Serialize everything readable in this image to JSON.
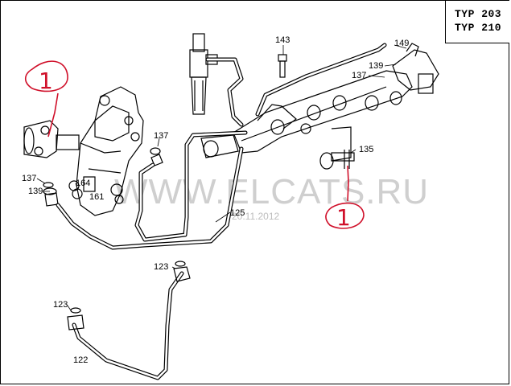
{
  "header": {
    "type_lines": [
      "TYP 203",
      "TYP 210"
    ]
  },
  "callouts": {
    "c143": "143",
    "c149": "149",
    "c139a": "139",
    "c137a": "137",
    "c137b": "137",
    "c135": "135",
    "c137c": "137",
    "c139b": "139",
    "c164": "164",
    "c161": "161",
    "c125": "125",
    "c123a": "123",
    "c123b": "123",
    "c122": "122"
  },
  "watermark": {
    "text": "WWW.ELCATS.RU",
    "date": "20.11.2012"
  },
  "handwritten_marks": [
    "1",
    "1"
  ],
  "colors": {
    "ink": "#000000",
    "handwriting": "#d0102a",
    "watermark": "#cfcfcf"
  }
}
